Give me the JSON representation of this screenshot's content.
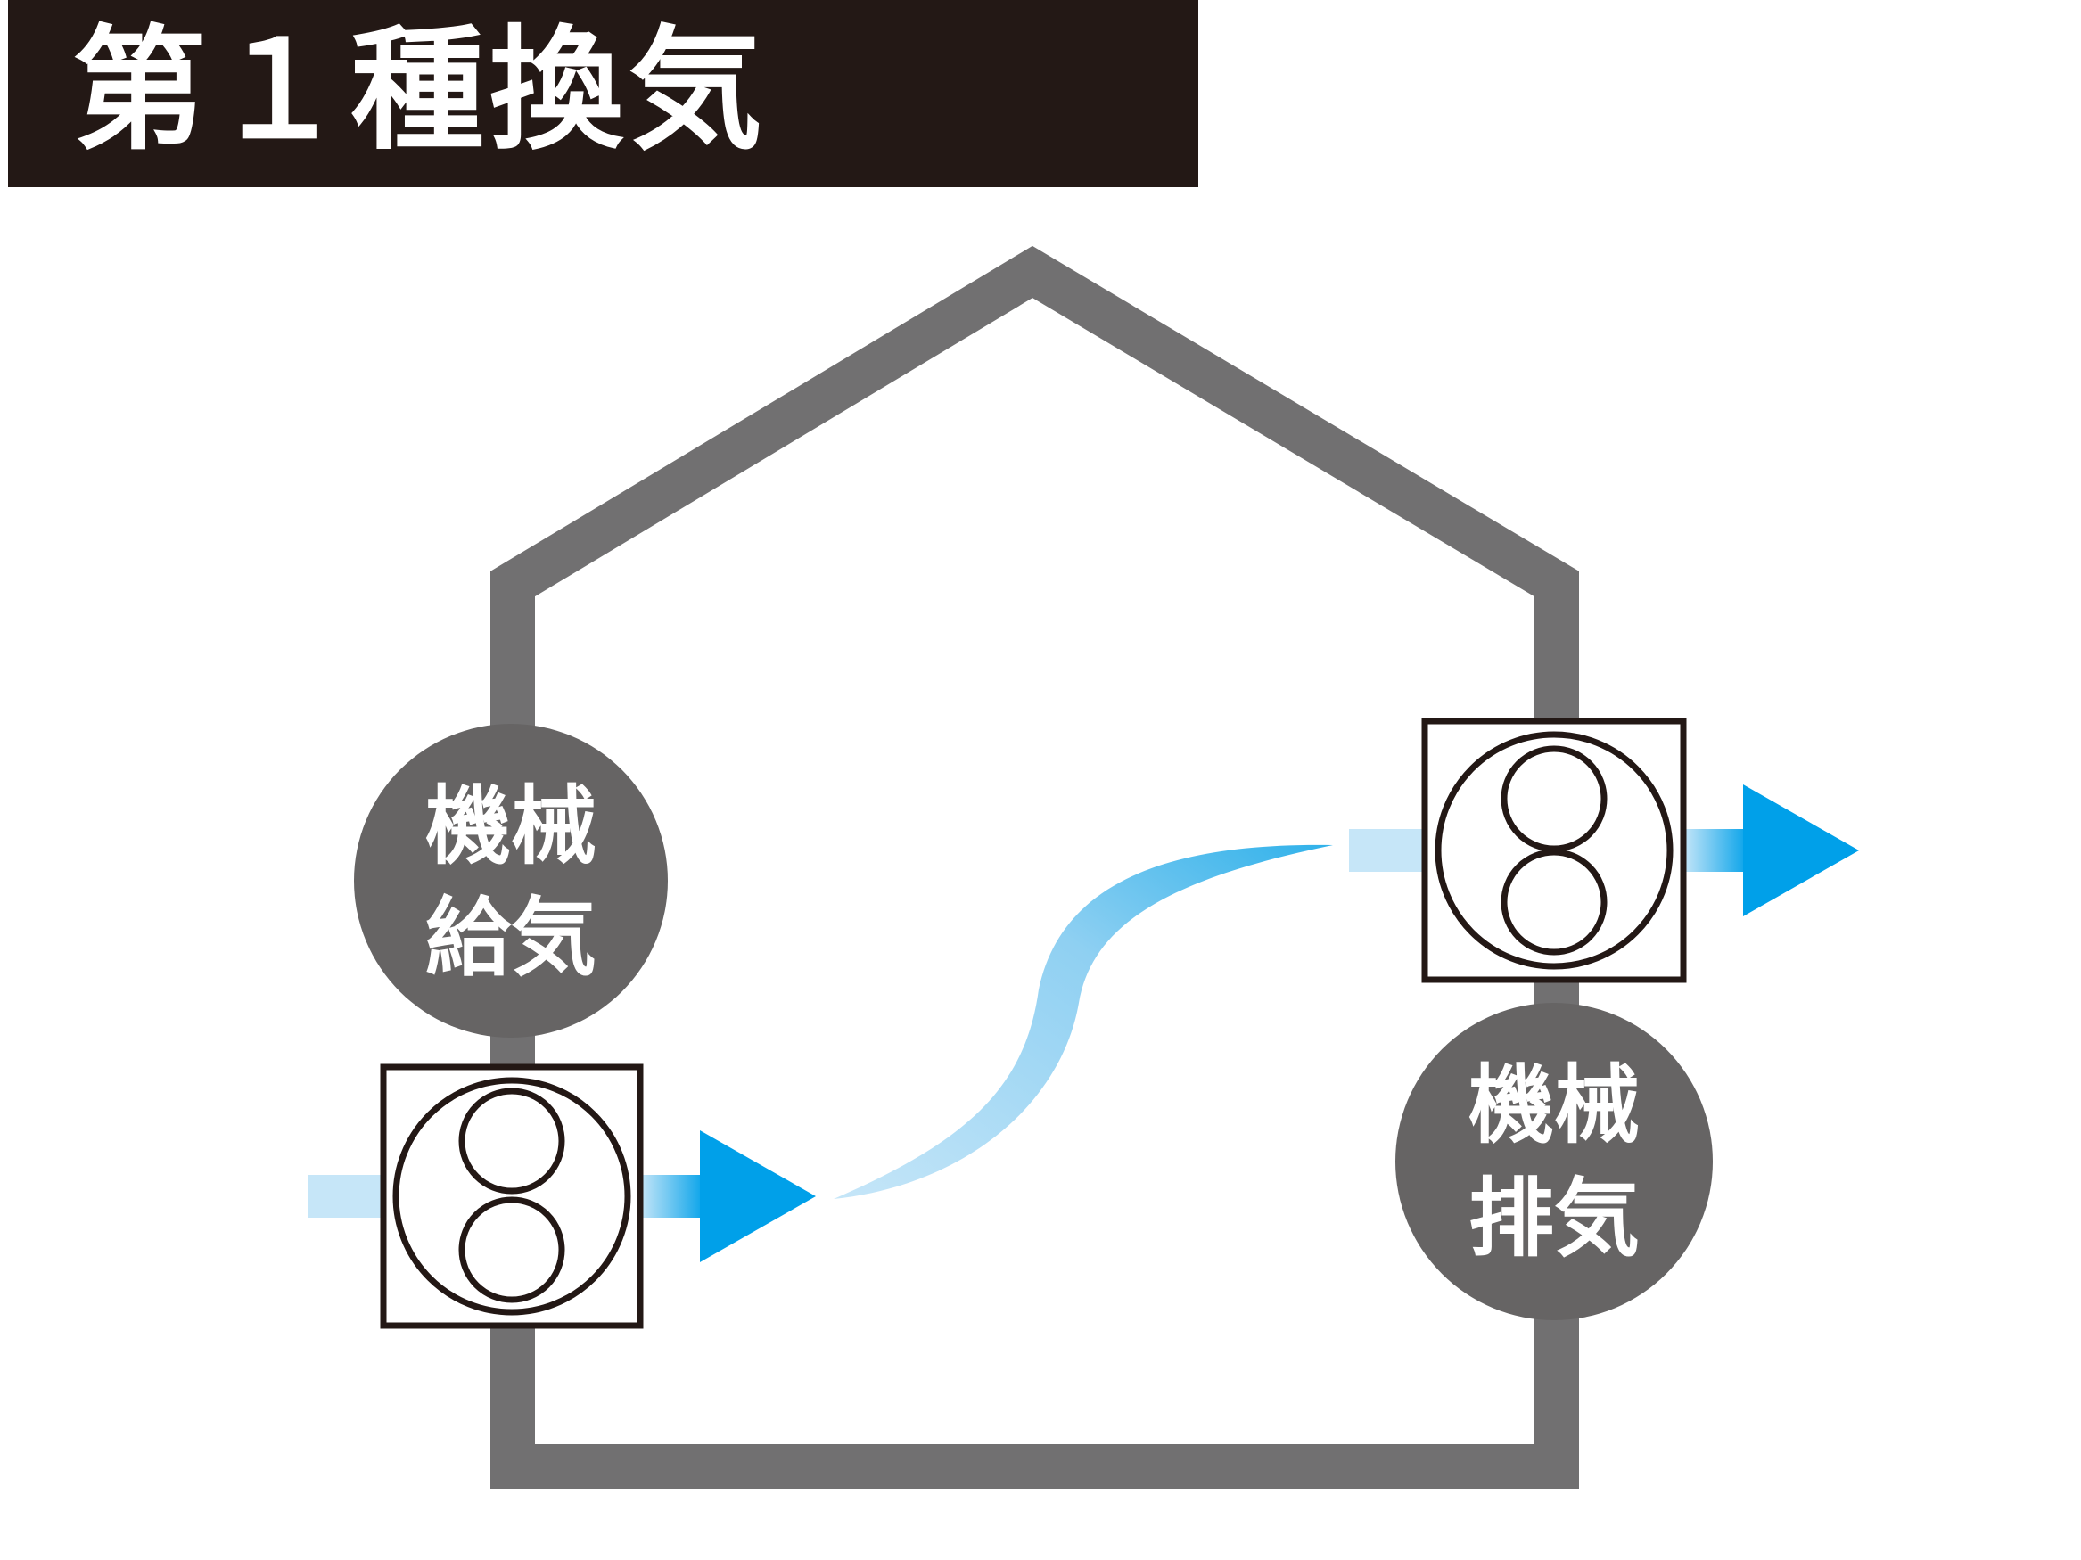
{
  "title": "第１種換気",
  "supply_badge": {
    "line1": "機械",
    "line2": "給気"
  },
  "exhaust_badge": {
    "line1": "機械",
    "line2": "排気"
  },
  "colors": {
    "title_bg": "#231815",
    "house_outline": "#717071",
    "badge_fill": "#666464",
    "fan_stroke": "#231815",
    "arrow_light": "#c6e6f8",
    "arrow_dark": "#00a0e9"
  },
  "icons": {
    "supply_fan": "ventilation-fan-icon",
    "exhaust_fan": "ventilation-fan-icon",
    "airflow": "arrow-right-icon"
  }
}
